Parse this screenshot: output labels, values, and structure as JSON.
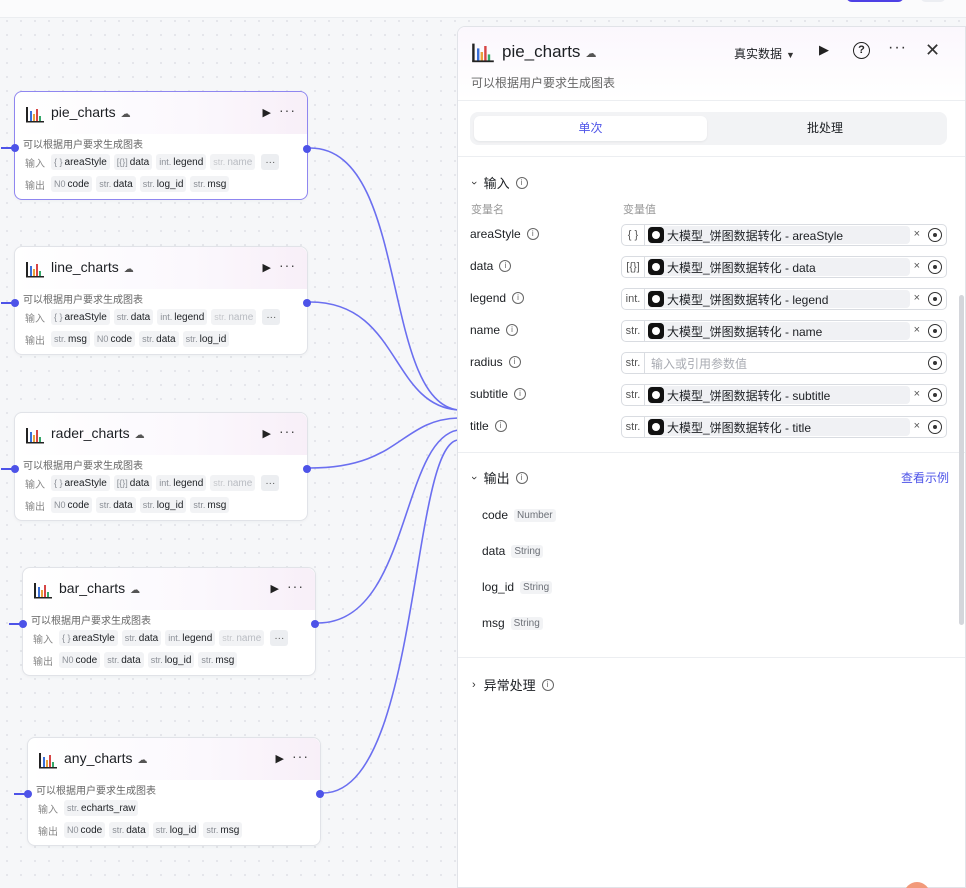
{
  "canvas": {
    "nodes": [
      {
        "title": "pie_charts",
        "badge": "☁",
        "description": "可以根据用户要求生成图表",
        "inputs_label": "输入",
        "outputs_label": "输出",
        "inputs": [
          {
            "type": "{ }",
            "name": "areaStyle"
          },
          {
            "type": "[{}]",
            "name": "data"
          },
          {
            "type": "int.",
            "name": "legend"
          },
          {
            "type": "str.",
            "name": "name",
            "faded": true
          }
        ],
        "more": "···",
        "outputs": [
          {
            "type": "N0",
            "name": "code"
          },
          {
            "type": "str.",
            "name": "data"
          },
          {
            "type": "str.",
            "name": "log_id"
          },
          {
            "type": "str.",
            "name": "msg"
          }
        ]
      },
      {
        "title": "line_charts",
        "badge": "☁",
        "description": "可以根据用户要求生成图表",
        "inputs_label": "输入",
        "outputs_label": "输出",
        "inputs": [
          {
            "type": "{ }",
            "name": "areaStyle"
          },
          {
            "type": "str.",
            "name": "data"
          },
          {
            "type": "int.",
            "name": "legend"
          },
          {
            "type": "str.",
            "name": "name",
            "faded": true
          }
        ],
        "more": "···",
        "outputs": [
          {
            "type": "str.",
            "name": "msg"
          },
          {
            "type": "N0",
            "name": "code"
          },
          {
            "type": "str.",
            "name": "data"
          },
          {
            "type": "str.",
            "name": "log_id"
          }
        ]
      },
      {
        "title": "rader_charts",
        "badge": "☁",
        "description": "可以根据用户要求生成图表",
        "inputs_label": "输入",
        "outputs_label": "输出",
        "inputs": [
          {
            "type": "{ }",
            "name": "areaStyle"
          },
          {
            "type": "[{}]",
            "name": "data"
          },
          {
            "type": "int.",
            "name": "legend"
          },
          {
            "type": "str.",
            "name": "name",
            "faded": true
          }
        ],
        "more": "···",
        "outputs": [
          {
            "type": "N0",
            "name": "code"
          },
          {
            "type": "str.",
            "name": "data"
          },
          {
            "type": "str.",
            "name": "log_id"
          },
          {
            "type": "str.",
            "name": "msg"
          }
        ]
      },
      {
        "title": "bar_charts",
        "badge": "☁",
        "description": "可以根据用户要求生成图表",
        "inputs_label": "输入",
        "outputs_label": "输出",
        "inputs": [
          {
            "type": "{ }",
            "name": "areaStyle"
          },
          {
            "type": "str.",
            "name": "data"
          },
          {
            "type": "int.",
            "name": "legend"
          },
          {
            "type": "str.",
            "name": "name",
            "faded": true
          }
        ],
        "more": "···",
        "outputs": [
          {
            "type": "N0",
            "name": "code"
          },
          {
            "type": "str.",
            "name": "data"
          },
          {
            "type": "str.",
            "name": "log_id"
          },
          {
            "type": "str.",
            "name": "msg"
          }
        ]
      },
      {
        "title": "any_charts",
        "badge": "☁",
        "description": "可以根据用户要求生成图表",
        "inputs_label": "输入",
        "outputs_label": "输出",
        "inputs": [
          {
            "type": "str.",
            "name": "echarts_raw"
          }
        ],
        "more": "",
        "outputs": [
          {
            "type": "N0",
            "name": "code"
          },
          {
            "type": "str.",
            "name": "data"
          },
          {
            "type": "str.",
            "name": "log_id"
          },
          {
            "type": "str.",
            "name": "msg"
          }
        ]
      }
    ]
  },
  "panel": {
    "title": "pie_charts",
    "title_badge": "☁",
    "description": "可以根据用户要求生成图表",
    "mode_label": "真实数据",
    "mode_caret": "▼",
    "run_icon": "▶",
    "help_icon": "?",
    "more_icon": "···",
    "close_icon": "✕",
    "tabs": {
      "single": "单次",
      "batch": "批处理"
    },
    "input_section": {
      "title": "输入",
      "col_name": "变量名",
      "col_value": "变量值",
      "rows": [
        {
          "name": "areaStyle",
          "type": "{ }",
          "ref": "大模型_饼图数据转化 - areaStyle",
          "placeholder": ""
        },
        {
          "name": "data",
          "type": "[{}]",
          "ref": "大模型_饼图数据转化 - data",
          "placeholder": ""
        },
        {
          "name": "legend",
          "type": "int.",
          "ref": "大模型_饼图数据转化 - legend",
          "placeholder": ""
        },
        {
          "name": "name",
          "type": "str.",
          "ref": "大模型_饼图数据转化 - name",
          "placeholder": ""
        },
        {
          "name": "radius",
          "type": "str.",
          "ref": "",
          "placeholder": "输入或引用参数值"
        },
        {
          "name": "subtitle",
          "type": "str.",
          "ref": "大模型_饼图数据转化 - subtitle",
          "placeholder": ""
        },
        {
          "name": "title",
          "type": "str.",
          "ref": "大模型_饼图数据转化 - title",
          "placeholder": ""
        }
      ]
    },
    "output_section": {
      "title": "输出",
      "example_link": "查看示例",
      "rows": [
        {
          "name": "code",
          "type": "Number"
        },
        {
          "name": "data",
          "type": "String"
        },
        {
          "name": "log_id",
          "type": "String"
        },
        {
          "name": "msg",
          "type": "String"
        }
      ]
    },
    "error_section": {
      "title": "异常处理"
    }
  },
  "colors": {
    "accent": "#4d53e8",
    "edge": "#6b6ff0",
    "selected_border": "#8f86f0"
  }
}
